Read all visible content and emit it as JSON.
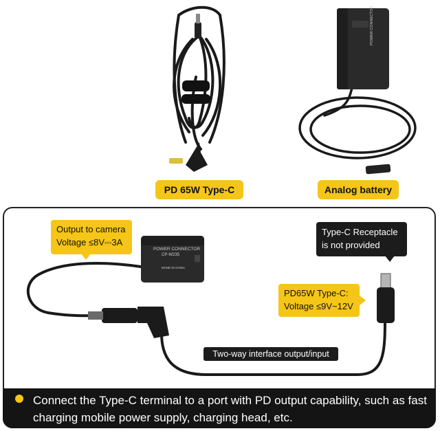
{
  "product_labels": {
    "cable": "PD 65W Type-C",
    "battery": "Analog battery"
  },
  "device_text": {
    "brand": "POWER CONNECTOR",
    "model": "CP-W235",
    "made_in": "MADE IN CHINA"
  },
  "diagram": {
    "output_callout": {
      "line1": "Output to camera",
      "line2": "Voltage ≤8V⎓3A"
    },
    "receptacle_callout": {
      "line1": "Type-C Receptacle",
      "line2": "is not provided"
    },
    "input_callout": {
      "line1": "PD65W Type-C:",
      "line2": "Voltage ≤9V~12V"
    },
    "interface_tag": "Two-way interface output/input"
  },
  "note": "Connect the Type-C terminal to a port with PD output capability, such as fast charging mobile power supply, charging head, etc.",
  "colors": {
    "accent": "#f5c518",
    "dark": "#141414"
  }
}
